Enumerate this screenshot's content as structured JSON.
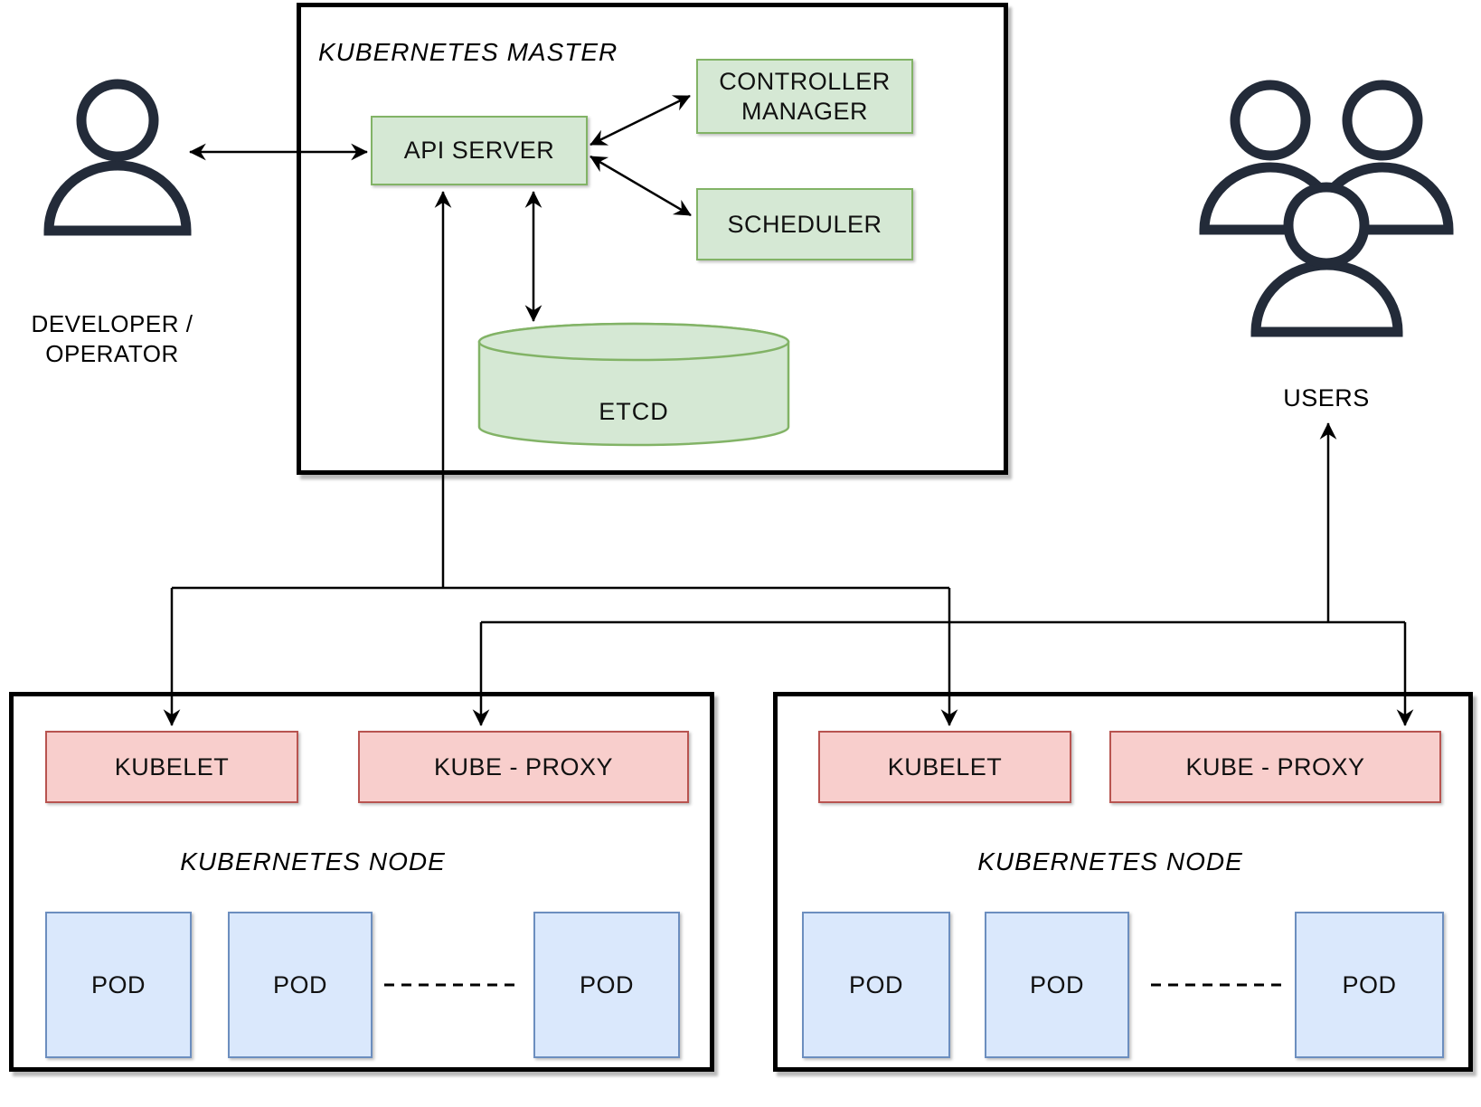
{
  "master": {
    "title": "KUBERNETES MASTER",
    "api_server": "API SERVER",
    "controller_manager": "CONTROLLER MANAGER",
    "scheduler": "SCHEDULER",
    "etcd": "ETCD"
  },
  "actors": {
    "developer": {
      "label_line1": "DEVELOPER /",
      "label_line2": "OPERATOR"
    },
    "users": {
      "label": "USERS"
    }
  },
  "nodes": [
    {
      "title": "KUBERNETES NODE",
      "kubelet": "KUBELET",
      "kube_proxy": "KUBE - PROXY",
      "pods": [
        "POD",
        "POD",
        "POD"
      ]
    },
    {
      "title": "KUBERNETES NODE",
      "kubelet": "KUBELET",
      "kube_proxy": "KUBE - PROXY",
      "pods": [
        "POD",
        "POD",
        "POD"
      ]
    }
  ],
  "colors": {
    "green_fill": "#d5e8d4",
    "green_stroke": "#82b366",
    "red_fill": "#f8cecc",
    "red_stroke": "#b85450",
    "blue_fill": "#dae8fc",
    "blue_stroke": "#6c8ebf",
    "line": "#000000",
    "icon": "#232b39"
  }
}
